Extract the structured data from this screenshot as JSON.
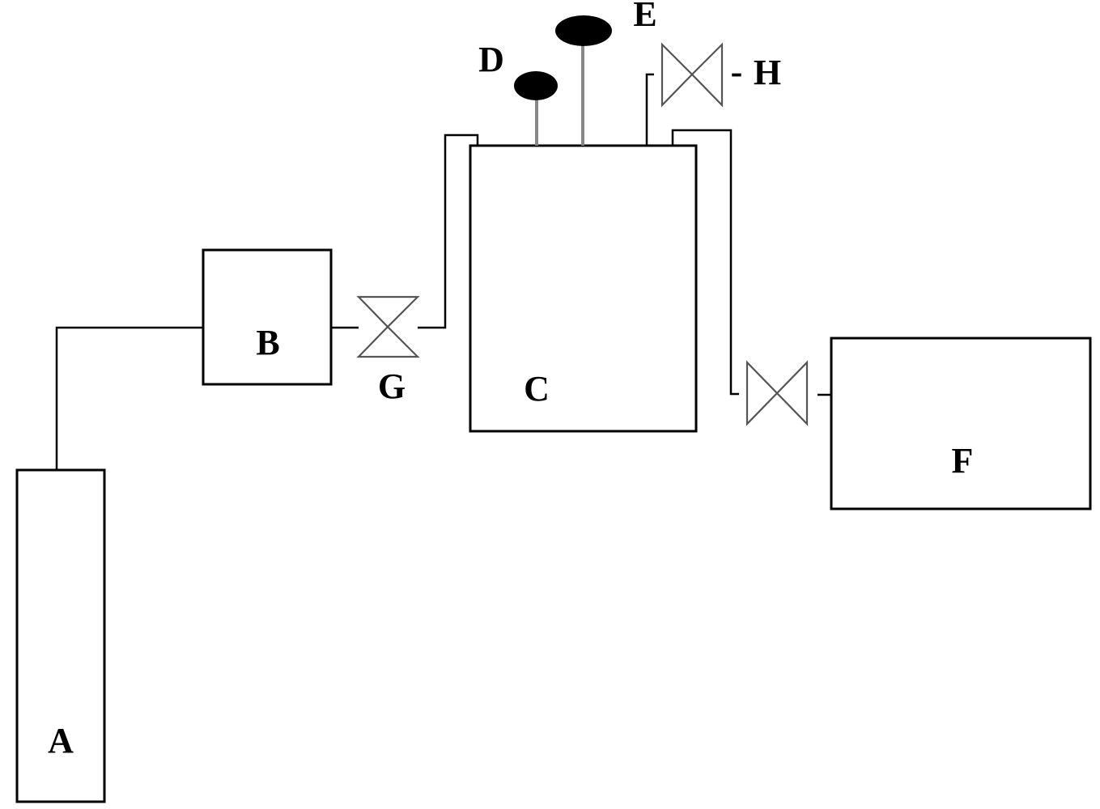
{
  "labels": {
    "a": "A",
    "b": "B",
    "c": "C",
    "d": "D",
    "e": "E",
    "f": "F",
    "g": "G",
    "h": "H",
    "h_dash": "-"
  },
  "colors": {
    "line": "#000000",
    "stem": "#888888",
    "valve_stroke": "#555555",
    "gauge_fill": "#000000"
  }
}
